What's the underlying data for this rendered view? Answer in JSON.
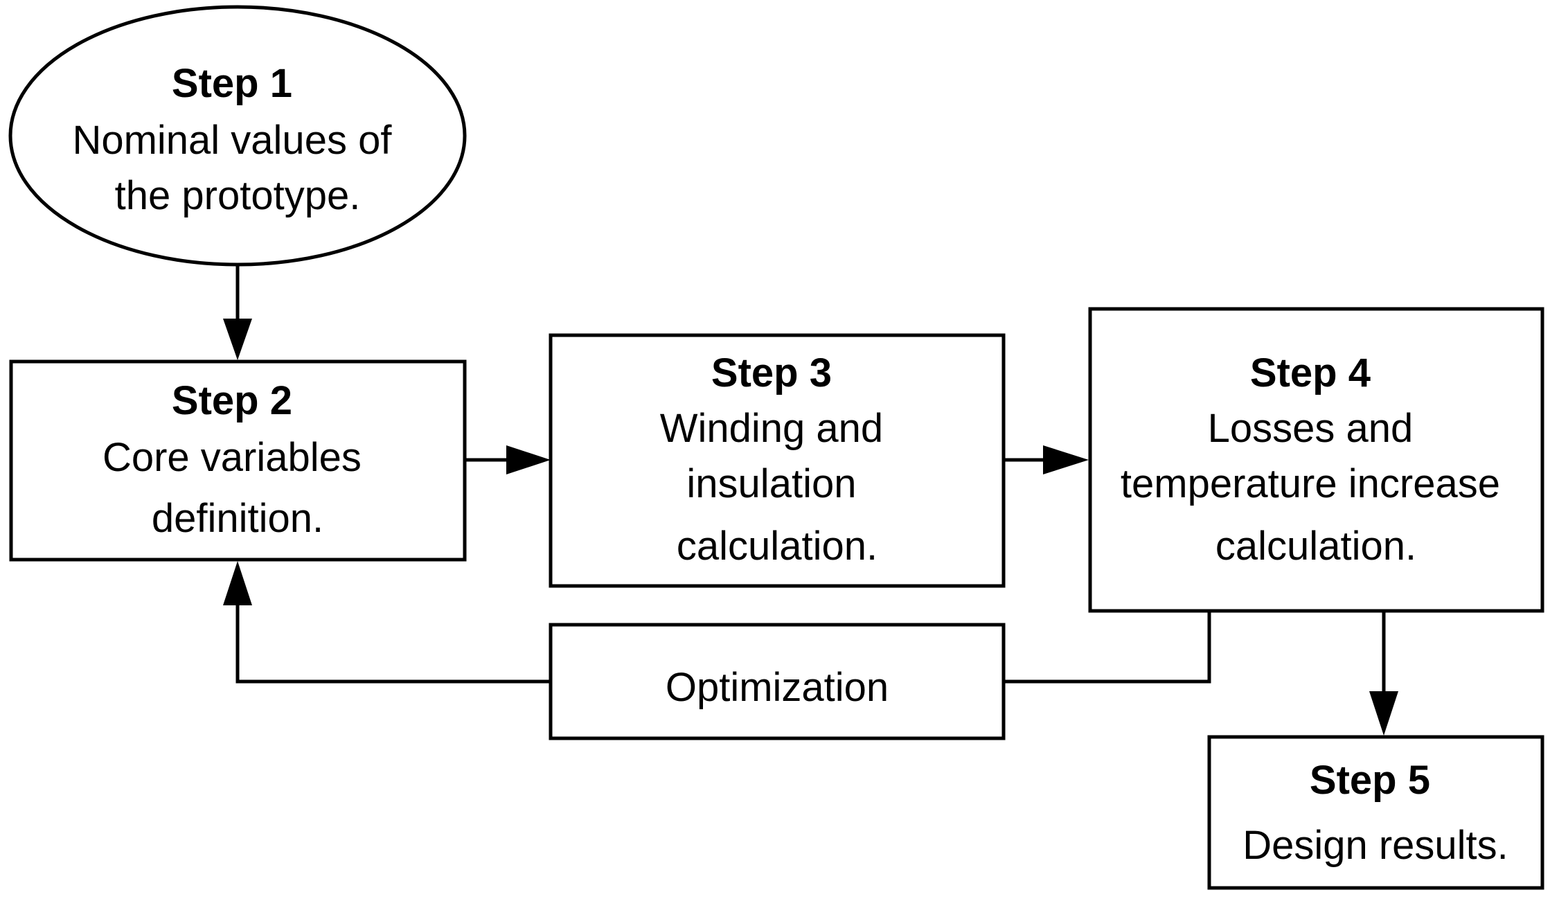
{
  "diagram": {
    "nodes": [
      {
        "id": "step1",
        "shape": "ellipse",
        "title": "Step 1",
        "lines": [
          "Nominal values of",
          "the prototype."
        ]
      },
      {
        "id": "step2",
        "shape": "rect",
        "title": "Step 2",
        "lines": [
          "Core variables",
          "definition."
        ]
      },
      {
        "id": "step3",
        "shape": "rect",
        "title": "Step 3",
        "lines": [
          "Winding and",
          "insulation",
          "calculation."
        ]
      },
      {
        "id": "step4",
        "shape": "rect",
        "title": "Step 4",
        "lines": [
          "Losses and",
          "temperature increase",
          "calculation."
        ]
      },
      {
        "id": "step5",
        "shape": "rect",
        "title": "Step 5",
        "lines": [
          "Design results."
        ]
      },
      {
        "id": "optimization",
        "shape": "rect",
        "title": "",
        "lines": [
          "Optimization"
        ]
      }
    ],
    "edges": [
      {
        "from": "step1",
        "to": "step2"
      },
      {
        "from": "step2",
        "to": "step3"
      },
      {
        "from": "step3",
        "to": "step4"
      },
      {
        "from": "step4",
        "to": "step5"
      },
      {
        "from": "step4",
        "to": "optimization"
      },
      {
        "from": "optimization",
        "to": "step2"
      }
    ]
  }
}
